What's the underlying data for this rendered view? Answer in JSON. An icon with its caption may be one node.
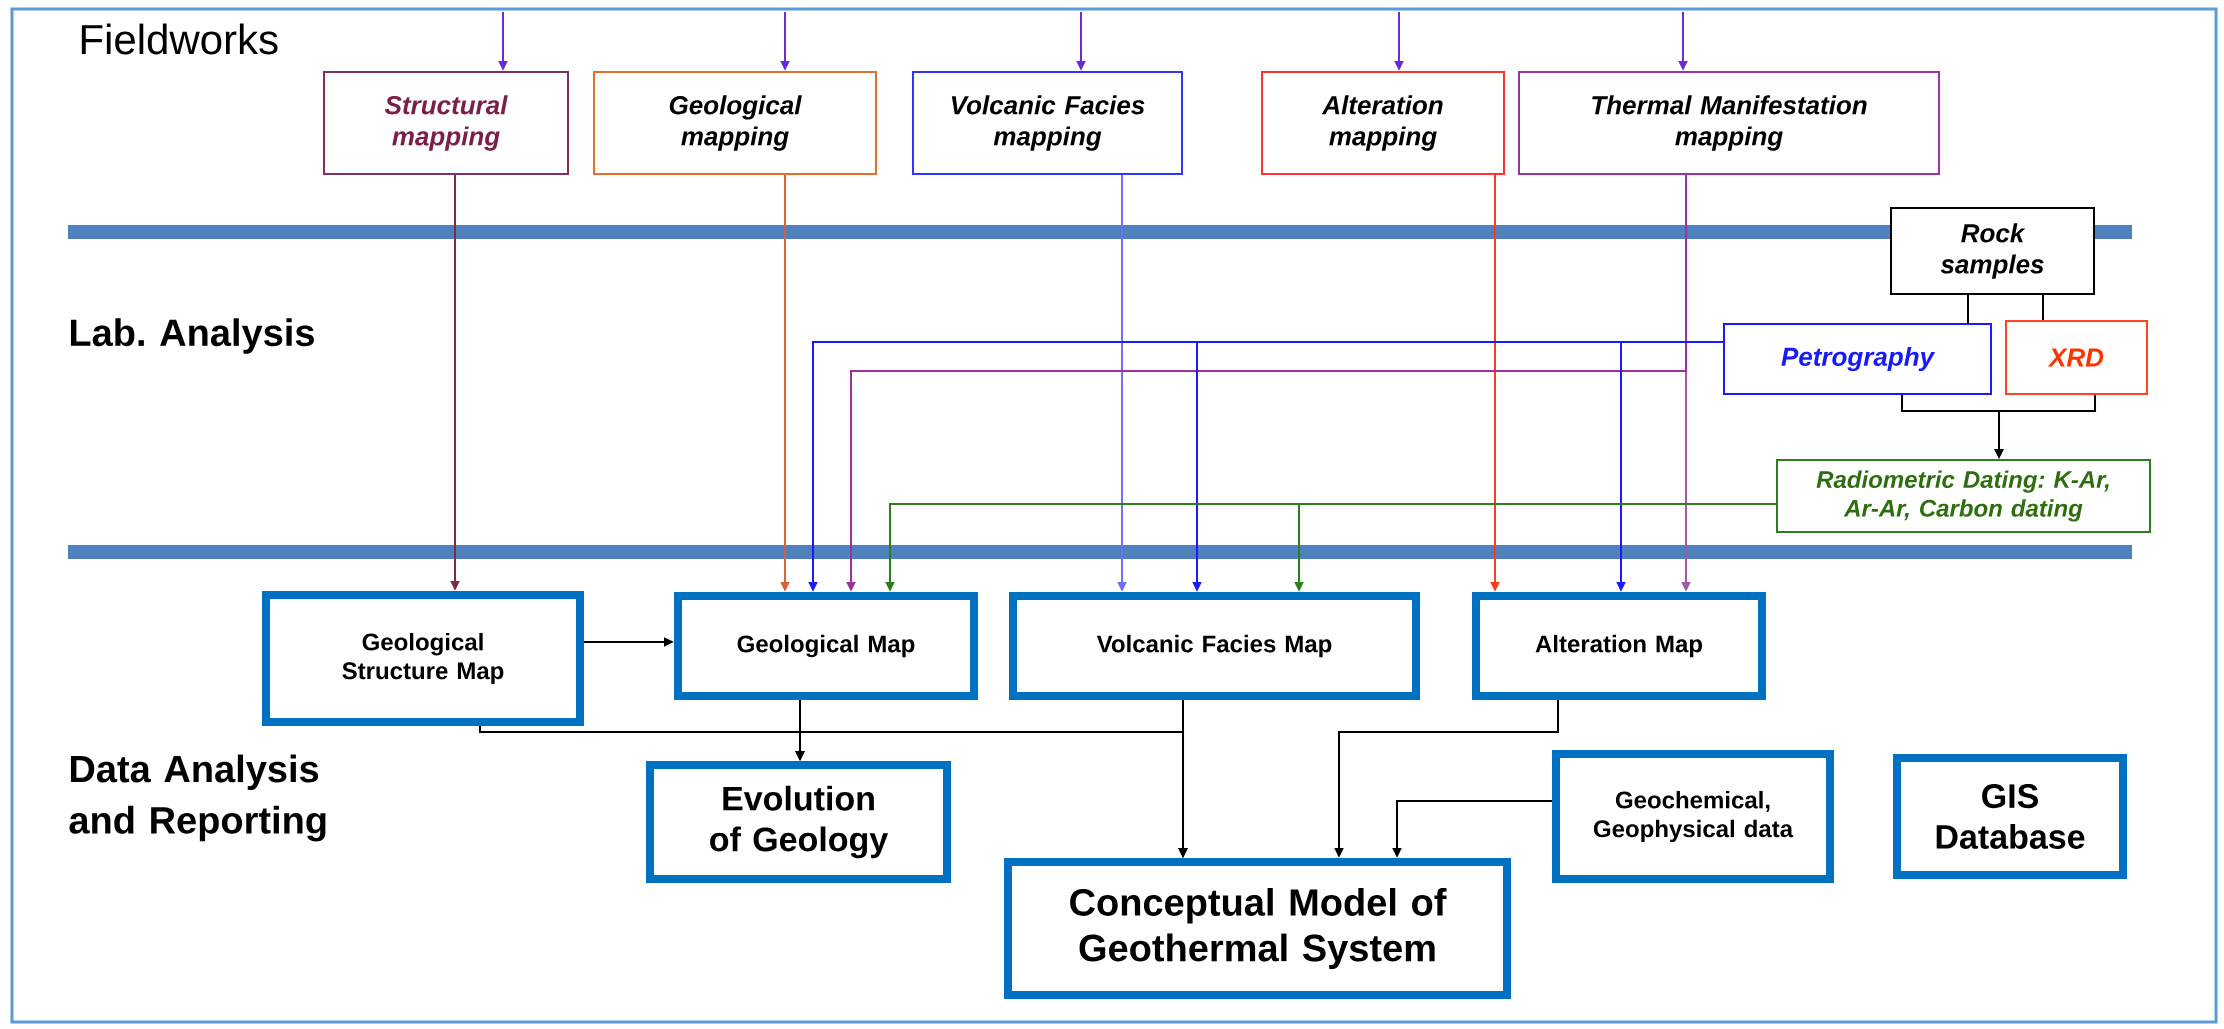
{
  "diagram": {
    "nodes": [
      {
        "text": [
          "Structural mapping"
        ]
      },
      {
        "text": [
          "Geological mapping"
        ]
      },
      {
        "text": [
          "Volcanic Facies mapping"
        ]
      },
      {
        "text": [
          "Alteration mapping"
        ]
      },
      {
        "text": [
          "Thermal Manifestation mapping"
        ]
      },
      {
        "text": [
          "Rock samples"
        ]
      },
      {
        "text": [
          "Petrography"
        ]
      },
      {
        "text": [
          "XRD"
        ]
      },
      {
        "text": [
          "Radiometric Dating: K-Ar, Ar-Ar, Carbon dating"
        ]
      },
      {
        "text": [
          "Geological Structure Map"
        ]
      },
      {
        "text": [
          "Geological Map"
        ]
      },
      {
        "text": [
          "Volcanic Facies Map"
        ]
      },
      {
        "text": [
          "Alteration Map"
        ]
      },
      {
        "text": [
          "Evolution of Geology"
        ]
      },
      {
        "text": [
          "Geochemical, Geophysical data"
        ]
      },
      {
        "text": [
          "GIS Database"
        ]
      },
      {
        "text": [
          "Conceptual Model of Geothermal System"
        ]
      }
    ],
    "edges": [
      {
        "from": null,
        "to": 0,
        "arrow": "to",
        "color": "#6a2bd9"
      },
      {
        "from": null,
        "to": 1,
        "arrow": "to",
        "color": "#6a2bd9"
      },
      {
        "from": null,
        "to": 2,
        "arrow": "to",
        "color": "#6a2bd9"
      },
      {
        "from": null,
        "to": 3,
        "arrow": "to",
        "color": "#6a2bd9"
      },
      {
        "from": null,
        "to": 4,
        "arrow": "to",
        "color": "#6a2bd9"
      },
      {
        "from": 0,
        "to": 9,
        "arrow": "to",
        "color": "#7b2c4b"
      },
      {
        "from": 1,
        "to": 10,
        "arrow": "to",
        "color": "#d9603b"
      },
      {
        "from": 2,
        "to": 11,
        "arrow": "to",
        "color": "#6f6fff"
      },
      {
        "from": 3,
        "to": 12,
        "arrow": "to",
        "color": "#ff3b1f"
      },
      {
        "from": 4,
        "to": 12,
        "arrow": "to",
        "color": "#a05aa8"
      },
      {
        "from": 4,
        "to": 10,
        "arrow": "to",
        "color": "#993399"
      },
      {
        "from": 6,
        "to": 10,
        "arrow": "to",
        "color": "#1a1aff"
      },
      {
        "from": 6,
        "to": 11,
        "arrow": "to",
        "color": "#1a1aff"
      },
      {
        "from": 6,
        "to": 12,
        "arrow": "to",
        "color": "#1a1aff"
      },
      {
        "from": 5,
        "to": 6,
        "arrow": "none"
      },
      {
        "from": 5,
        "to": 7,
        "arrow": "none"
      },
      {
        "from": 6,
        "to": 8,
        "arrow": "to"
      },
      {
        "from": 7,
        "to": 8,
        "arrow": "to"
      },
      {
        "from": 8,
        "to": 10,
        "arrow": "to",
        "color": "#2e7d1e"
      },
      {
        "from": 8,
        "to": 11,
        "arrow": "to",
        "color": "#2e7d1e"
      },
      {
        "from": 9,
        "to": 10,
        "arrow": "to"
      },
      {
        "from": 9,
        "to": 13,
        "arrow": "to"
      },
      {
        "from": 10,
        "to": 13,
        "arrow": "to"
      },
      {
        "from": 11,
        "to": 13,
        "arrow": "to"
      },
      {
        "from": 9,
        "to": 16,
        "arrow": "to"
      },
      {
        "from": 10,
        "to": 16,
        "arrow": "to"
      },
      {
        "from": 11,
        "to": 16,
        "arrow": "to"
      },
      {
        "from": 12,
        "to": 16,
        "arrow": "to"
      },
      {
        "from": 14,
        "to": 16,
        "arrow": "to"
      }
    ],
    "labels": [
      "Fieldworks",
      "Lab. Analysis",
      "Data Analysis and Reporting"
    ]
  }
}
